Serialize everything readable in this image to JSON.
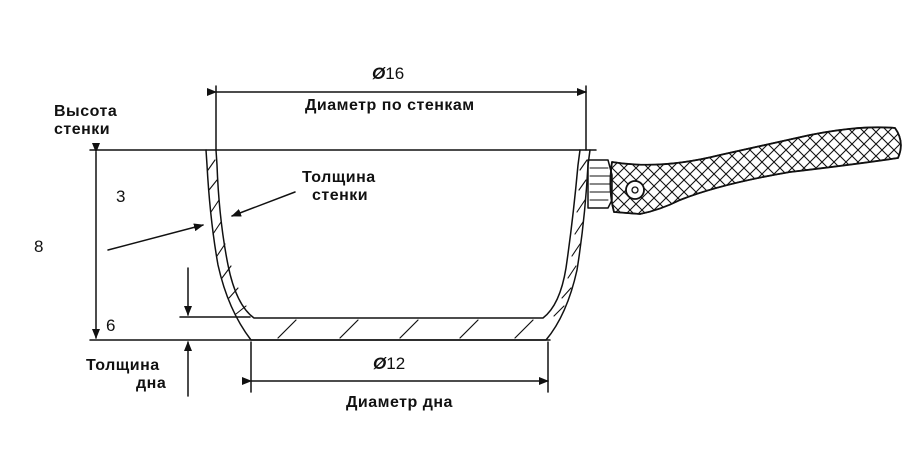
{
  "labels": {
    "top_diameter_value": "16",
    "top_diameter_caption": "Диаметр по стенкам",
    "wall_height_caption_line1": "Высота",
    "wall_height_caption_line2": "стенки",
    "wall_thickness_caption_line1": "Толщина",
    "wall_thickness_caption_line2": "стенки",
    "wall_thickness_value": "3",
    "wall_height_value": "8",
    "bottom_thickness_value": "6",
    "bottom_thickness_caption_line1": "Толщина",
    "bottom_thickness_caption_line2": "дна",
    "bottom_diameter_value": "12",
    "bottom_diameter_caption": "Диаметр дна"
  },
  "symbols": {
    "diameter": "Ø"
  },
  "colors": {
    "line": "#111111",
    "background": "#ffffff"
  }
}
